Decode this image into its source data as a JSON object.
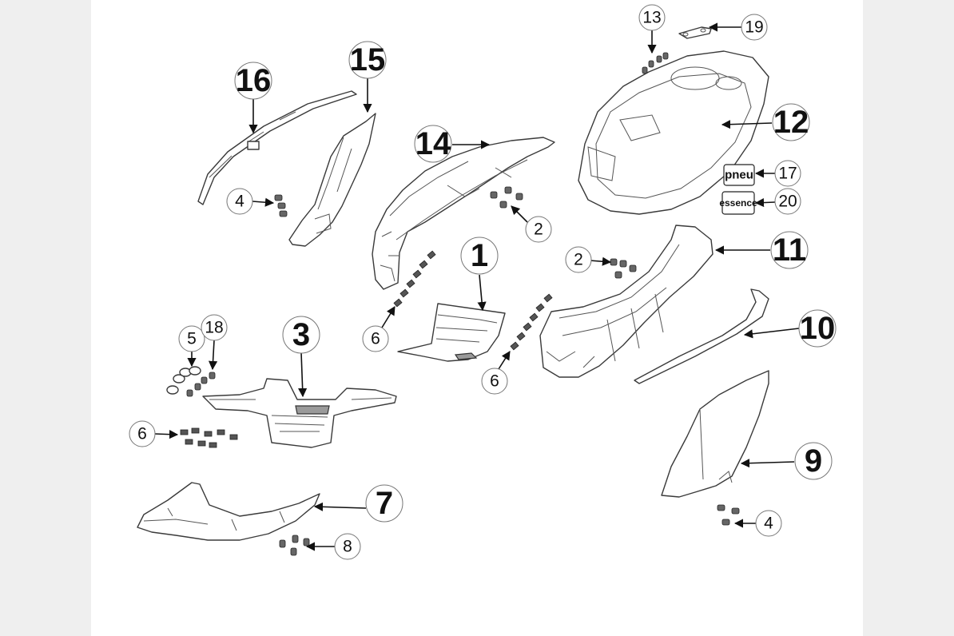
{
  "callouts": {
    "c1": "1",
    "c2a": "2",
    "c2b": "2",
    "c3": "3",
    "c4a": "4",
    "c4b": "4",
    "c5": "5",
    "c6a": "6",
    "c6b": "6",
    "c6c": "6",
    "c7": "7",
    "c8": "8",
    "c9": "9",
    "c10": "10",
    "c11": "11",
    "c12": "12",
    "c13": "13",
    "c14": "14",
    "c15": "15",
    "c16": "16",
    "c17": "17",
    "c18": "18",
    "c19": "19",
    "c20": "20"
  },
  "labels": {
    "pneu": "pneu",
    "essence": "essence"
  },
  "colors": {
    "background": "#efefef",
    "sheet": "#ffffff",
    "ink": "#111111"
  }
}
